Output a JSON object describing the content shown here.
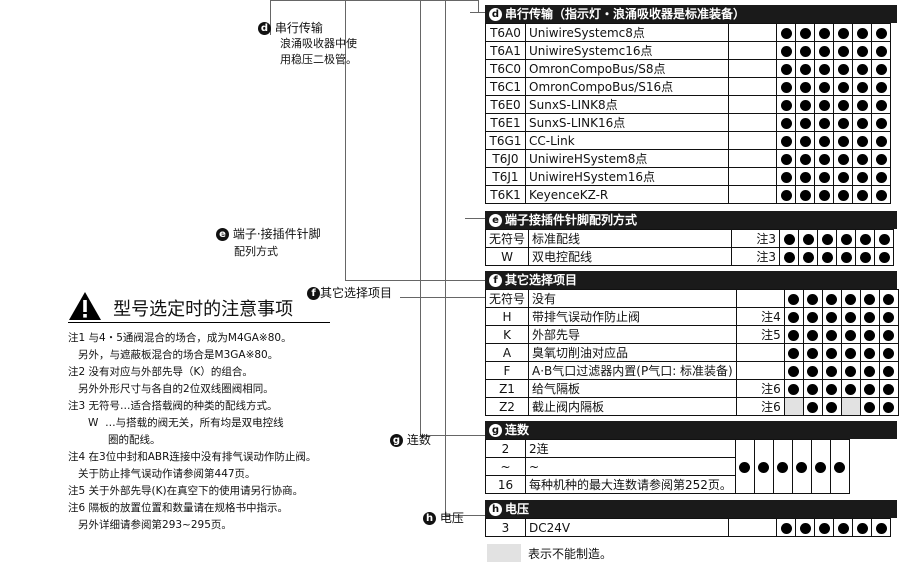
{
  "left_labels": {
    "d": {
      "circle": "d",
      "title": "串行传输",
      "sub1": "浪涌吸收器中使",
      "sub2": "用稳压二极管。"
    },
    "e": {
      "circle": "e",
      "title": "端子·接插件针脚",
      "sub1": "配列方式"
    },
    "f": {
      "circle": "f",
      "title": "其它选择项目"
    },
    "g": {
      "circle": "g",
      "title": "连数"
    },
    "h": {
      "circle": "h",
      "title": "电压"
    }
  },
  "caution": {
    "icon": "warning-icon",
    "title": "型号选定时的注意事项",
    "notes": [
      "注1 与4・5通阀混合的场合，成为M4GA※80。",
      "   另外，与遮蔽板混合的场合是M3GA※80。",
      "注2 没有对应与外部先导（K）的组合。",
      "   另外外形尺寸与各自的2位双线圈阀相同。",
      "注3 无符号…适合搭载阀的种类的配线方式。",
      "      W  …与搭载的阀无关，所有均是双电控线",
      "            圈的配线。",
      "注4 在3位中封和ABR连接中没有排气误动作防止阀。",
      "   关于防止排气误动作请参阅第447页。",
      "注5 关于外部先导(K)在真空下的使用请另行协商。",
      "注6 隔板的放置位置和数量请在规格书中指示。",
      "   另外详细请参阅第293~295页。"
    ]
  },
  "sections": {
    "d": {
      "circle": "d",
      "header": "串行传输（指示灯・浪涌吸收器是标准装备）",
      "rows": [
        {
          "code": "T6A0",
          "desc": "UniwireSystemc8点",
          "note": "",
          "dots": [
            1,
            1,
            1,
            1,
            1,
            1
          ]
        },
        {
          "code": "T6A1",
          "desc": "UniwireSystemc16点",
          "note": "",
          "dots": [
            1,
            1,
            1,
            1,
            1,
            1
          ]
        },
        {
          "code": "T6C0",
          "desc": "OmronCompoBus/S8点",
          "note": "",
          "dots": [
            1,
            1,
            1,
            1,
            1,
            1
          ]
        },
        {
          "code": "T6C1",
          "desc": "OmronCompoBus/S16点",
          "note": "",
          "dots": [
            1,
            1,
            1,
            1,
            1,
            1
          ]
        },
        {
          "code": "T6E0",
          "desc": "SunxS-LINK8点",
          "note": "",
          "dots": [
            1,
            1,
            1,
            1,
            1,
            1
          ]
        },
        {
          "code": "T6E1",
          "desc": "SunxS-LINK16点",
          "note": "",
          "dots": [
            1,
            1,
            1,
            1,
            1,
            1
          ]
        },
        {
          "code": "T6G1",
          "desc": "CC-Link",
          "note": "",
          "dots": [
            1,
            1,
            1,
            1,
            1,
            1
          ]
        },
        {
          "code": "T6J0",
          "desc": "UniwireHSystem8点",
          "note": "",
          "dots": [
            1,
            1,
            1,
            1,
            1,
            1
          ]
        },
        {
          "code": "T6J1",
          "desc": "UniwireHSystem16点",
          "note": "",
          "dots": [
            1,
            1,
            1,
            1,
            1,
            1
          ]
        },
        {
          "code": "T6K1",
          "desc": "KeyenceKZ-R",
          "note": "",
          "dots": [
            1,
            1,
            1,
            1,
            1,
            1
          ]
        }
      ]
    },
    "e": {
      "circle": "e",
      "header": "端子接插件针脚配列方式",
      "rows": [
        {
          "code": "无符号",
          "desc": "标准配线",
          "note": "注3",
          "dots": [
            1,
            1,
            1,
            1,
            1,
            1
          ]
        },
        {
          "code": "W",
          "desc": "双电控配线",
          "note": "注3",
          "dots": [
            1,
            1,
            1,
            1,
            1,
            1
          ]
        }
      ]
    },
    "f": {
      "circle": "f",
      "header": "其它选择项目",
      "rows": [
        {
          "code": "无符号",
          "desc": "没有",
          "note": "",
          "dots": [
            1,
            1,
            1,
            1,
            1,
            1
          ]
        },
        {
          "code": "H",
          "desc": "带排气误动作防止阀",
          "note": "注4",
          "dots": [
            1,
            1,
            1,
            1,
            1,
            1
          ]
        },
        {
          "code": "K",
          "desc": "外部先导",
          "note": "注5",
          "dots": [
            1,
            1,
            1,
            1,
            1,
            1
          ]
        },
        {
          "code": "A",
          "desc": "臭氧切削油对应品",
          "note": "",
          "dots": [
            1,
            1,
            1,
            1,
            1,
            1
          ]
        },
        {
          "code": "F",
          "desc": "A·B气口过滤器内置(P气口: 标准装备)",
          "note": "",
          "dots": [
            1,
            1,
            1,
            1,
            1,
            1
          ]
        },
        {
          "code": "Z1",
          "desc": "给气隔板",
          "note": "注6",
          "dots": [
            1,
            1,
            1,
            1,
            1,
            1
          ]
        },
        {
          "code": "Z2",
          "desc": "截止阀内隔板",
          "note": "注6",
          "dots": [
            0,
            1,
            1,
            0,
            1,
            1
          ]
        }
      ]
    },
    "g": {
      "circle": "g",
      "header": "连数",
      "rows": [
        {
          "code": "2",
          "desc": "2连"
        },
        {
          "code": "~",
          "desc": "~"
        },
        {
          "code": "16",
          "desc": "每种机种的最大连数请参阅第252页。"
        }
      ],
      "dots": [
        1,
        1,
        1,
        1,
        1,
        1
      ]
    },
    "h": {
      "circle": "h",
      "header": "电压",
      "rows": [
        {
          "code": "3",
          "desc": "DC24V",
          "note": "",
          "dots": [
            1,
            1,
            1,
            1,
            1,
            1
          ]
        }
      ]
    }
  },
  "legend": {
    "text": "表示不能制造。"
  }
}
